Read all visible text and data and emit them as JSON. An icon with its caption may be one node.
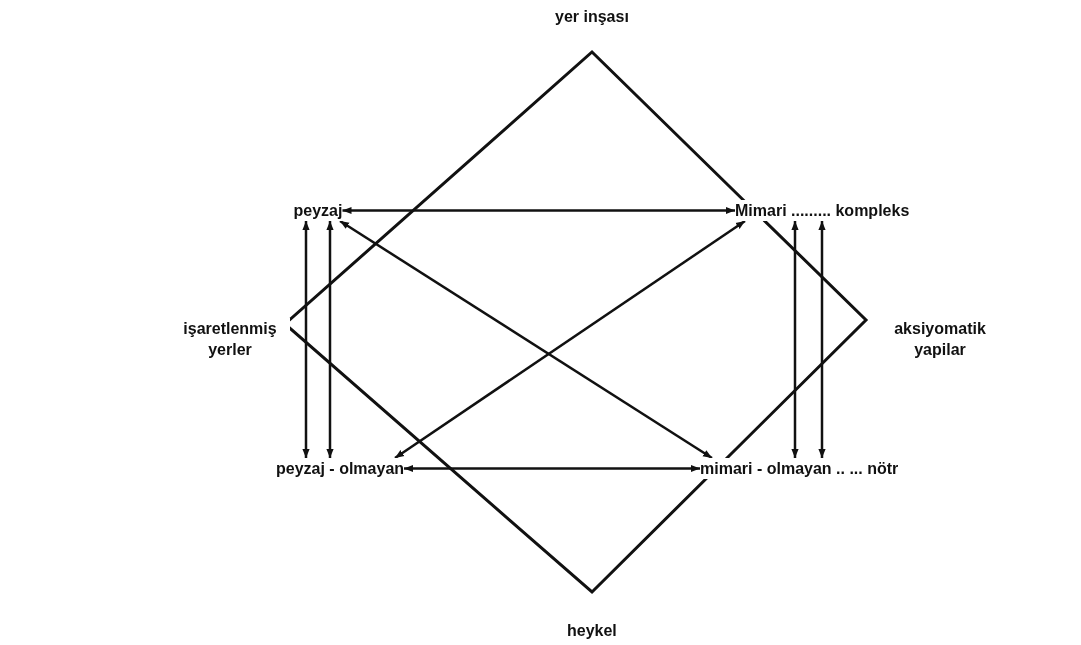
{
  "diagram": {
    "nodes": [
      {
        "text": [
          "yer inşası"
        ]
      },
      {
        "text": [
          "peyzaj"
        ]
      },
      {
        "text": [
          "Mimari ......... kompleks"
        ]
      },
      {
        "text": [
          "işaretlenmiş yerler"
        ]
      },
      {
        "text": [
          "aksiyomatik yapilar"
        ]
      },
      {
        "text": [
          "peyzaj - olmayan"
        ]
      },
      {
        "text": [
          "mimari - olmayan .. ... nötr"
        ]
      },
      {
        "text": [
          "heykel"
        ]
      }
    ],
    "edges": [
      {
        "from": 1,
        "to": 2,
        "arrow": "both"
      },
      {
        "from": 1,
        "to": 6,
        "arrow": "both"
      },
      {
        "from": 2,
        "to": 5,
        "arrow": "both"
      },
      {
        "from": 1,
        "to": 5,
        "arrow": "both"
      },
      {
        "from": 1,
        "to": 5,
        "arrow": "both"
      },
      {
        "from": 2,
        "to": 6,
        "arrow": "both"
      },
      {
        "from": 2,
        "to": 6,
        "arrow": "both"
      },
      {
        "from": 5,
        "to": 6,
        "arrow": "both"
      }
    ]
  }
}
